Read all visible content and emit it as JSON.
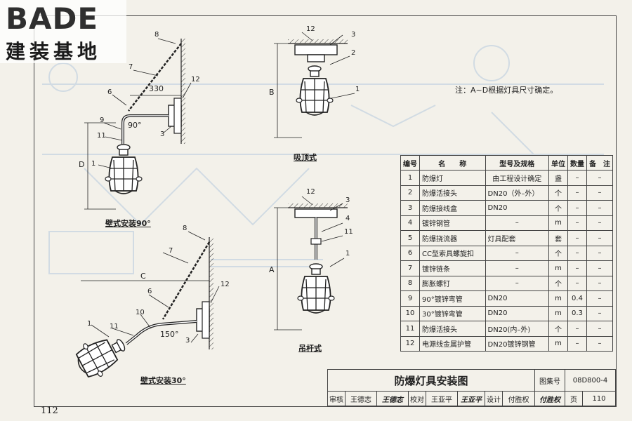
{
  "brand": {
    "name": "BADE",
    "subtitle": "建装基地"
  },
  "page_number": "112",
  "note": "注：A~D根据灯具尺寸确定。",
  "captions": {
    "wall90": "壁式安装90°",
    "ceiling": "吸顶式",
    "pendant": "吊杆式",
    "wall30": "壁式安装30°"
  },
  "dimensions": {
    "d330": "330",
    "B": "B",
    "D": "D",
    "C": "C",
    "A": "A",
    "ang90": "90°",
    "ang150": "150°"
  },
  "parts_table": {
    "headers": [
      "编号",
      "名　　称",
      "型号及规格",
      "单位",
      "数量",
      "备　注"
    ],
    "rows": [
      [
        "1",
        "防爆灯",
        "由工程设计确定",
        "盏",
        "–",
        "–"
      ],
      [
        "2",
        "防爆活接头",
        "DN20（外–外）",
        "个",
        "–",
        "–"
      ],
      [
        "3",
        "防爆接线盒",
        "DN20",
        "个",
        "–",
        "–"
      ],
      [
        "4",
        "镀锌钢管",
        "–",
        "m",
        "–",
        "–"
      ],
      [
        "5",
        "防爆挠流器",
        "灯具配套",
        "套",
        "–",
        "–"
      ],
      [
        "6",
        "CC型索具螺旋扣",
        "–",
        "个",
        "–",
        "–"
      ],
      [
        "7",
        "镀锌链条",
        "–",
        "m",
        "–",
        "–"
      ],
      [
        "8",
        "膨胀螺钉",
        "–",
        "个",
        "–",
        "–"
      ],
      [
        "9",
        "90°镀锌弯管",
        "DN20",
        "m",
        "0.4",
        "–"
      ],
      [
        "10",
        "30°镀锌弯管",
        "DN20",
        "m",
        "0.3",
        "–"
      ],
      [
        "11",
        "防爆活接头",
        "DN20(内–外)",
        "个",
        "–",
        "–"
      ],
      [
        "12",
        "电源线金属护管",
        "DN20镀锌钢管",
        "m",
        "–",
        "–"
      ]
    ]
  },
  "title_block": {
    "title": "防爆灯具安装图",
    "atlas_label": "图集号",
    "atlas_no": "08D800-4",
    "review_label": "审核",
    "review_name": "王德志",
    "review_sig": "王德志",
    "check_label": "校对",
    "check_name": "王亚平",
    "check_sig": "王亚平",
    "design_label": "设计",
    "design_name": "付胜权",
    "design_sig": "付胜权",
    "page_label": "页",
    "page_no": "110"
  }
}
